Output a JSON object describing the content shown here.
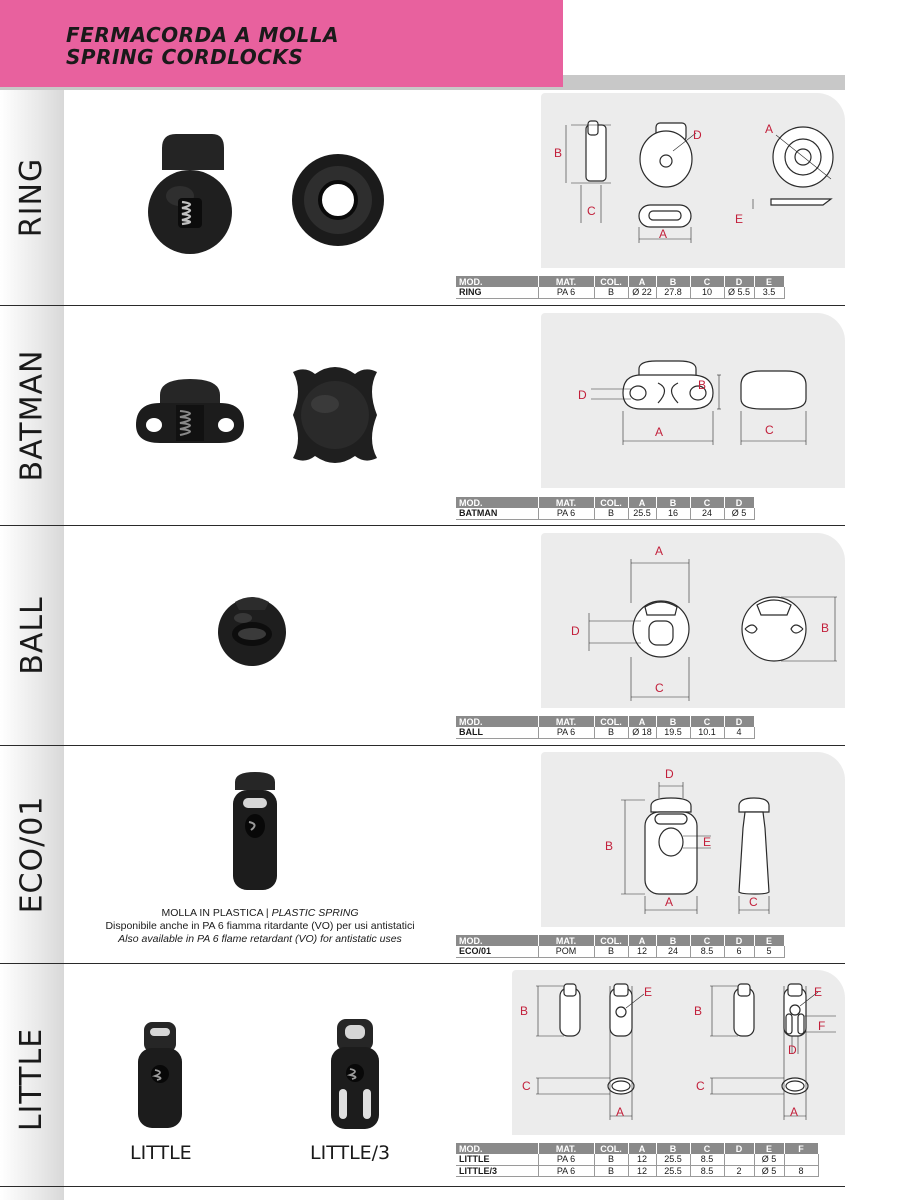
{
  "header": {
    "title_it": "FERMACORDA A MOLLA",
    "title_en": "SPRING CORDLOCKS"
  },
  "colors": {
    "accent": "#e8619e",
    "table_header": "#8a8a8a",
    "dimension_red": "#c21f3a",
    "drawing_bg": "#ececec"
  },
  "table_headers": {
    "mod": "MOD.",
    "mat": "MAT.",
    "col": "COL.",
    "a": "A",
    "b": "B",
    "c": "C",
    "d": "D",
    "e": "E",
    "f": "F"
  },
  "sections": [
    {
      "label": "RING",
      "row": {
        "mod": "RING",
        "mat": "PA 6",
        "col": "B",
        "a": "Ø 22",
        "b": "27.8",
        "c": "10",
        "d": "Ø 5.5",
        "e": "3.5"
      }
    },
    {
      "label": "BATMAN",
      "row": {
        "mod": "BATMAN",
        "mat": "PA 6",
        "col": "B",
        "a": "25.5",
        "b": "16",
        "c": "24",
        "d": "Ø 5"
      }
    },
    {
      "label": "BALL",
      "row": {
        "mod": "BALL",
        "mat": "PA 6",
        "col": "B",
        "a": "Ø 18",
        "b": "19.5",
        "c": "10.1",
        "d": "4"
      }
    },
    {
      "label": "ECO/01",
      "row": {
        "mod": "ECO/01",
        "mat": "POM",
        "col": "B",
        "a": "12",
        "b": "24",
        "c": "8.5",
        "d": "6",
        "e": "5"
      },
      "note": {
        "line1_it": "MOLLA IN PLASTICA | ",
        "line1_en": "PLASTIC SPRING",
        "line2": "Disponibile anche in PA 6 fiamma ritardante (VO) per usi antistatici",
        "line3": "Also available in PA 6 flame retardant (VO) for antistatic uses"
      }
    },
    {
      "label": "LITTLE",
      "captions": [
        "LITTLE",
        "LITTLE/3"
      ],
      "rows": [
        {
          "mod": "LITTLE",
          "mat": "PA 6",
          "col": "B",
          "a": "12",
          "b": "25.5",
          "c": "8.5",
          "d": "",
          "e": "Ø 5",
          "f": ""
        },
        {
          "mod": "LITTLE/3",
          "mat": "PA 6",
          "col": "B",
          "a": "12",
          "b": "25.5",
          "c": "8.5",
          "d": "2",
          "e": "Ø 5",
          "f": "8"
        }
      ]
    }
  ],
  "dimension_letters": {
    "a": "A",
    "b": "B",
    "c": "C",
    "d": "D",
    "e": "E",
    "f": "F"
  }
}
